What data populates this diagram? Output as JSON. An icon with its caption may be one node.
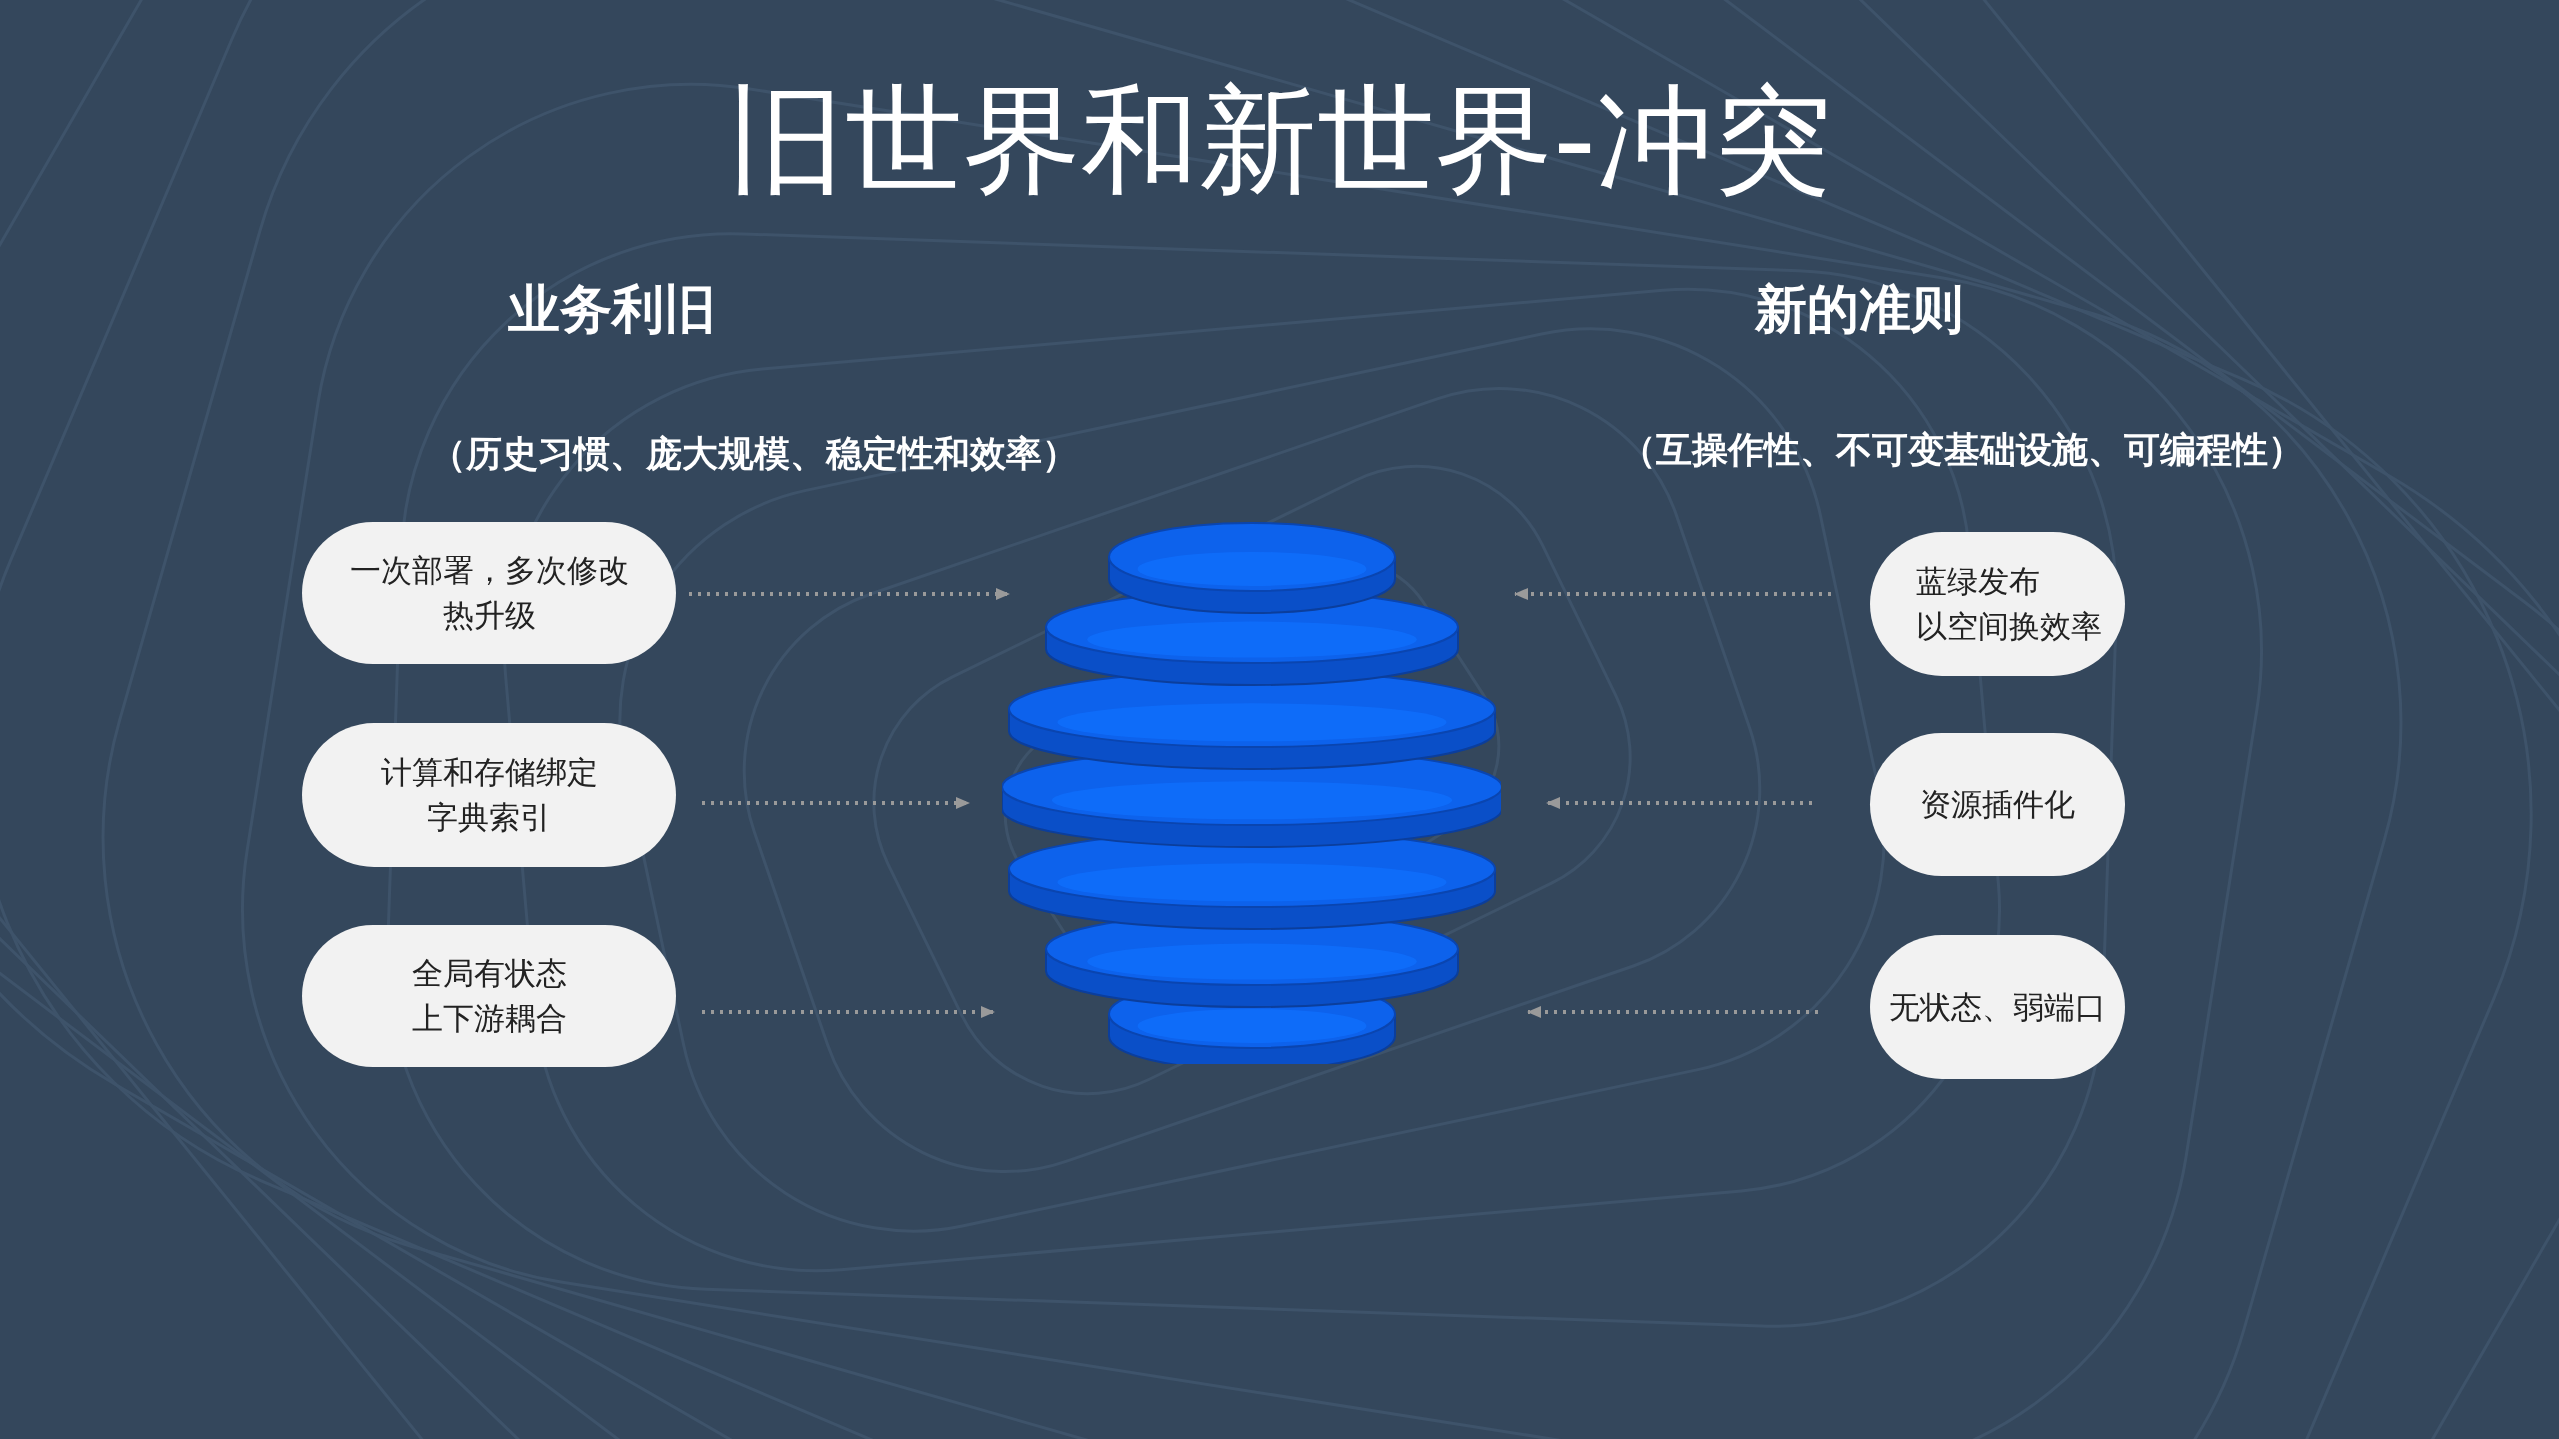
{
  "diagram": {
    "title": "旧世界和新世界-冲突",
    "nodes": [
      {
        "text": [
          "一次部署，多次修改",
          "热升级"
        ]
      },
      {
        "text": [
          "计算和存储绑定",
          "字典索引"
        ]
      },
      {
        "text": [
          "全局有状态",
          "上下游耦合"
        ]
      },
      {
        "text": [],
        "shape": "picture"
      },
      {
        "text": [
          "蓝绿发布",
          "以空间换效率"
        ]
      },
      {
        "text": [
          "资源插件化"
        ]
      },
      {
        "text": [
          "无状态、弱端口"
        ]
      }
    ],
    "edges": [
      {
        "from": 0,
        "to": 3,
        "arrow": "to",
        "style": "dashed"
      },
      {
        "from": 1,
        "to": 3,
        "arrow": "to",
        "style": "dashed"
      },
      {
        "from": 2,
        "to": 3,
        "arrow": "to",
        "style": "dashed"
      },
      {
        "from": 4,
        "to": 3,
        "arrow": "to",
        "style": "dashed"
      },
      {
        "from": 5,
        "to": 3,
        "arrow": "to",
        "style": "dashed"
      },
      {
        "from": 6,
        "to": 3,
        "arrow": "to",
        "style": "dashed"
      }
    ],
    "labels": [
      "业务利旧",
      "新的准则",
      "（历史习惯、庞大规模、稳定性和效率）",
      "（互操作性、不可变基础设施、可编程性）"
    ]
  }
}
